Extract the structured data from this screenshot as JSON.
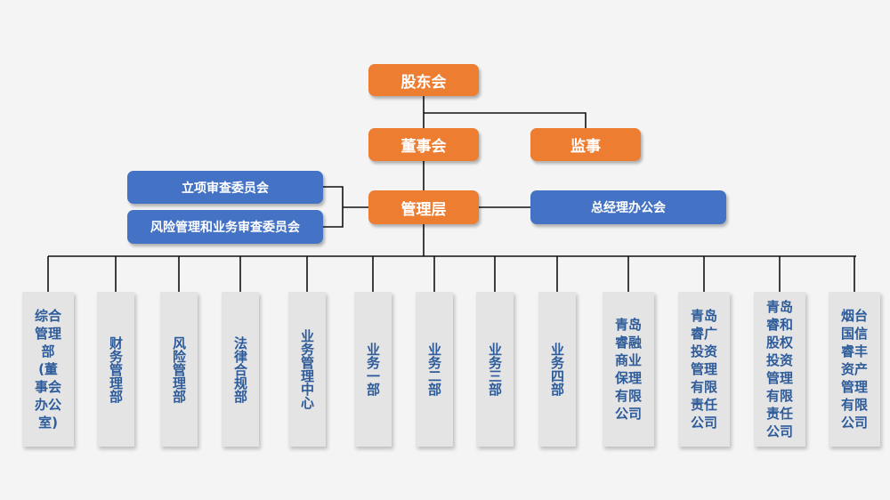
{
  "top": {
    "shareholders": "股东会",
    "board": "董事会",
    "supervisor": "监事",
    "management": "管理层"
  },
  "committees": {
    "project_review": "立项审查委员会",
    "risk_review": "风险管理和业务审查委员会",
    "gm_office": "总经理办公会"
  },
  "departments": [
    "综合管理部(董事会办公室)",
    "财务管理部",
    "风险管理部",
    "法律合规部",
    "业务管理中心",
    "业务一部",
    "业务二部",
    "业务三部",
    "业务四部",
    "青岛睿融商业保理有限公司",
    "青岛睿广投资管理有限责任公司",
    "青岛睿和股权投资管理有限责任公司",
    "烟台国信睿丰资产管理有限公司"
  ],
  "colors": {
    "orange": "#ed7d31",
    "blue": "#4472c4",
    "dept_bg": "#e4e4e4",
    "dept_text": "#2e5c9a",
    "line": "#000000"
  }
}
